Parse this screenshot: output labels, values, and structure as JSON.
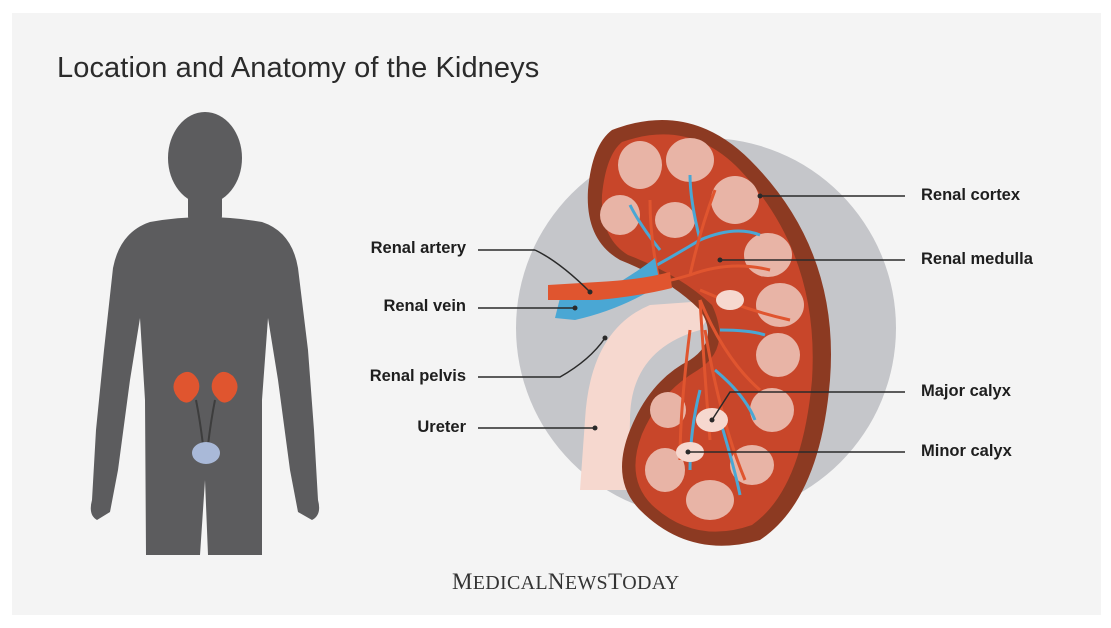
{
  "title": "Location and Anatomy of the Kidneys",
  "labels": {
    "renal_cortex": "Renal cortex",
    "renal_medulla": "Renal medulla",
    "renal_artery": "Renal artery",
    "renal_vein": "Renal vein",
    "renal_pelvis": "Renal pelvis",
    "ureter": "Ureter",
    "major_calyx": "Major calyx",
    "minor_calyx": "Minor calyx"
  },
  "brand": {
    "m": "M",
    "edical": "EDICAL",
    "n": "N",
    "ews": "EWS",
    "t": "T",
    "oday": "ODAY"
  },
  "colors": {
    "background": "#f4f4f4",
    "silhouette": "#5c5c5e",
    "kidney_capsule": "#8c3a22",
    "kidney_cortex": "#e8b4a6",
    "vessel_red": "#e0552f",
    "vessel_blue": "#4aa7d4",
    "pelvis": "#f6d8cf",
    "circle": "#c5c6ca"
  }
}
